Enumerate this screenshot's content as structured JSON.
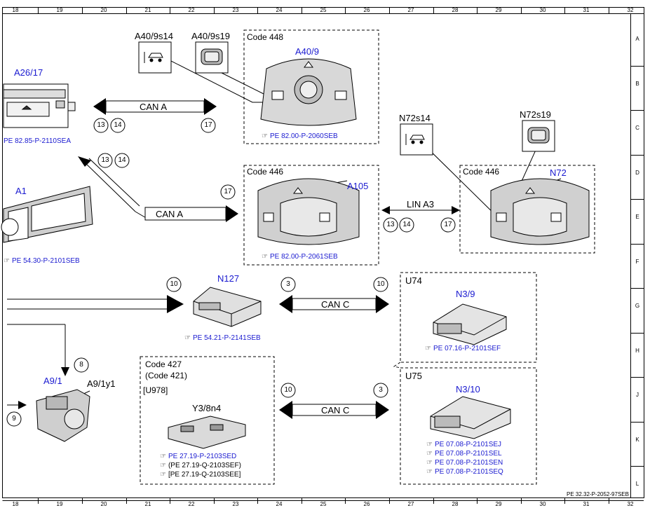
{
  "grid": {
    "columns": [
      "18",
      "19",
      "20",
      "21",
      "22",
      "23",
      "24",
      "25",
      "26",
      "27",
      "28",
      "29",
      "30",
      "31",
      "32"
    ],
    "rows": [
      "A",
      "B",
      "C",
      "D",
      "E",
      "F",
      "G",
      "H",
      "J",
      "K",
      "L"
    ]
  },
  "footer_ref": "PE 32.32-P-2052-97SEB",
  "components": {
    "a26_17": "A26/17",
    "a1": "A1",
    "a40_9s14": "A40/9s14",
    "a40_9s19": "A40/9s19",
    "a40_9": "A40/9",
    "a105": "A105",
    "n72s14": "N72s14",
    "n72s19": "N72s19",
    "n72": "N72",
    "n127": "N127",
    "u74": "U74",
    "n3_9": "N3/9",
    "u75": "U75",
    "n3_10": "N3/10",
    "a9_1": "A9/1",
    "a9_1y1": "A9/1y1",
    "y3_8n4": "Y3/8n4"
  },
  "codes": {
    "code448": "Code 448",
    "code446_mid": "Code 446",
    "code446_right": "Code 446",
    "code427": "Code 427",
    "code421": "(Code 421)",
    "u978": "[U978]"
  },
  "buses": {
    "can_a_top": "CAN A",
    "can_a_mid": "CAN A",
    "lin_a3": "LIN A3",
    "can_c_top": "CAN C",
    "can_c_bottom": "CAN C"
  },
  "connectors": {
    "c13_top": "13",
    "c14_top": "14",
    "c17_top": "17",
    "c13_diag": "13",
    "c14_diag": "14",
    "c17_mid": "17",
    "c13_lin": "13",
    "c14_lin": "14",
    "c17_lin": "17",
    "c10_n127": "10",
    "c3_canc": "3",
    "c10_canc": "10",
    "c8": "8",
    "c9": "9",
    "c10_bottom": "10",
    "c3_bottom": "3"
  },
  "refs": {
    "a26_17": "PE 82.85-P-2110SEA",
    "a1": "PE 54.30-P-2101SEB",
    "a40_9": "PE 82.00-P-2060SEB",
    "a105": "PE 82.00-P-2061SEB",
    "n127": "PE 54.21-P-2141SEB",
    "n3_9": "PE 07.16-P-2101SEF",
    "y3_1": "PE 27.19-P-2103SED",
    "y3_2": "(PE 27.19-Q-2103SEF)",
    "y3_3": "[PE 27.19-Q-2103SEE]",
    "n3_10_1": "PE 07.08-P-2101SEJ",
    "n3_10_2": "PE 07.08-P-2101SEL",
    "n3_10_3": "PE 07.08-P-2101SEN",
    "n3_10_4": "PE 07.08-P-2101SEQ"
  },
  "colors": {
    "label_blue": "#1a1ad0",
    "line": "#000000"
  },
  "icons": {
    "ref_marker": "pointing-hand-icon",
    "switch_car": "car-icon"
  }
}
